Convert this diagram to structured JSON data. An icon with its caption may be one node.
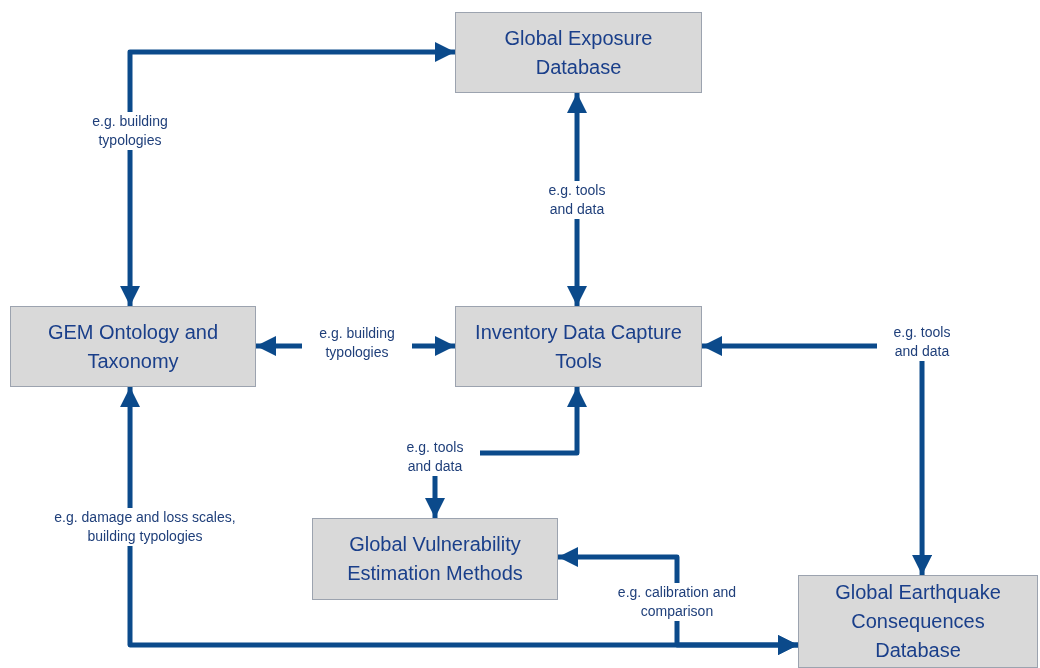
{
  "diagram": {
    "nodes": [
      {
        "text": [
          "Global Exposure Database"
        ]
      },
      {
        "text": [
          "GEM Ontology and Taxonomy"
        ]
      },
      {
        "text": [
          "Inventory Data Capture Tools"
        ]
      },
      {
        "text": [
          "Global Vulnerability Estimation Methods"
        ]
      },
      {
        "text": [
          "Global Earthquake Consequences Database"
        ]
      }
    ],
    "edges": [
      {
        "from": 1,
        "to": 0,
        "arrow": "both",
        "label": "e.g. building typologies"
      },
      {
        "from": 0,
        "to": 2,
        "arrow": "both",
        "label": "e.g. tools and data"
      },
      {
        "from": 1,
        "to": 2,
        "arrow": "both",
        "label": "e.g. building typologies"
      },
      {
        "from": 2,
        "to": 4,
        "arrow": "both",
        "label": "e.g. tools and data"
      },
      {
        "from": 2,
        "to": 3,
        "arrow": "both",
        "label": "e.g. tools and data"
      },
      {
        "from": 1,
        "to": 4,
        "arrow": "both",
        "label": "e.g. damage and loss scales, building typologies"
      },
      {
        "from": 3,
        "to": 4,
        "arrow": "both",
        "label": "e.g. calibration and comparison"
      }
    ]
  }
}
